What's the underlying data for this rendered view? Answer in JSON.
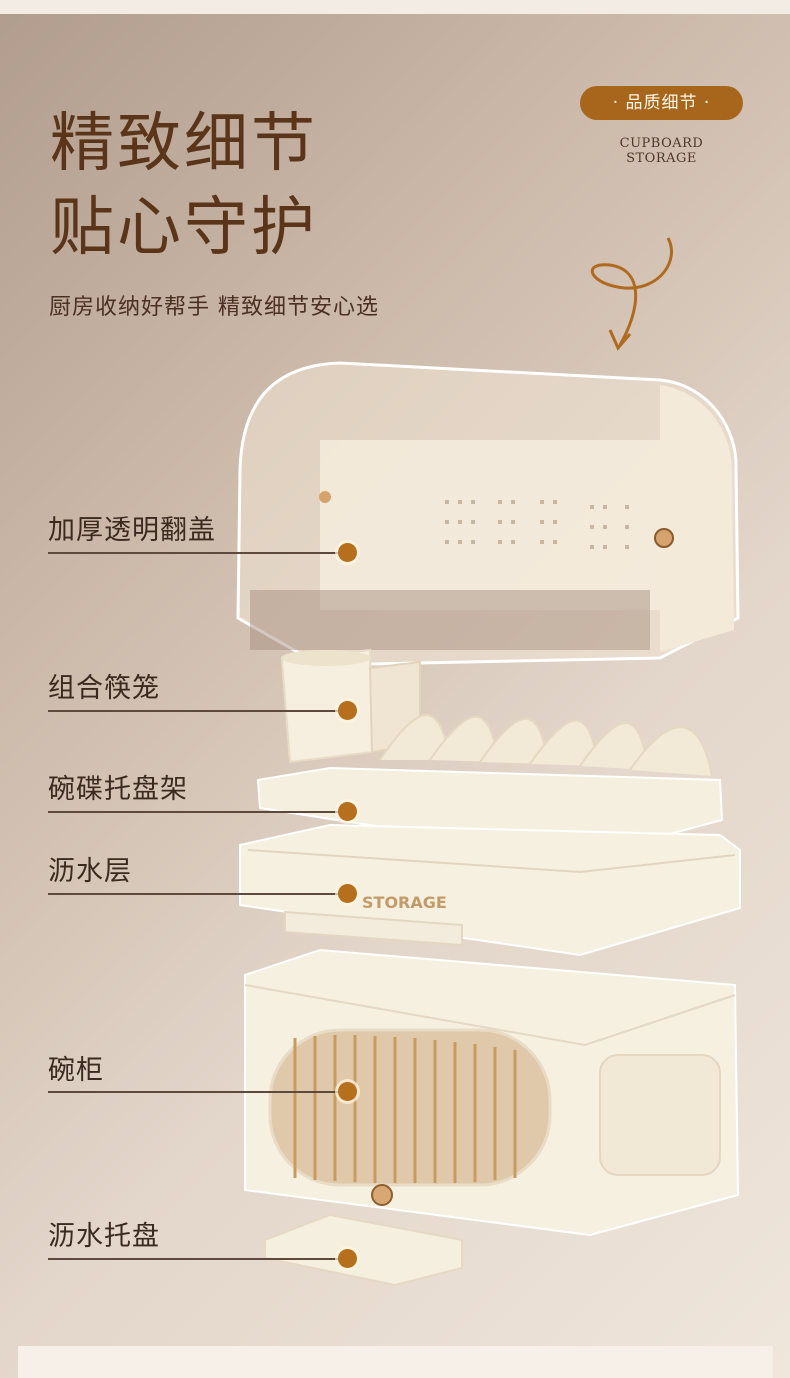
{
  "headline": {
    "line1": "精致细节",
    "line2": "贴心守护"
  },
  "subtitle": "厨房收纳好帮手  精致细节安心选",
  "badge": {
    "text": "· 品质细节 ·",
    "sub_line1": "CUPBOARD",
    "sub_line2": "STORAGE"
  },
  "parts": [
    {
      "label": "加厚透明翻盖"
    },
    {
      "label": "组合筷笼"
    },
    {
      "label": "碗碟托盘架"
    },
    {
      "label": "沥水层"
    },
    {
      "label": "碗柜"
    },
    {
      "label": "沥水托盘"
    }
  ],
  "product_print": "STORAGE",
  "colors": {
    "accent": "#b56f1d",
    "title": "#5a3519",
    "badge": "#a8651c",
    "product": "#f5efdf"
  }
}
